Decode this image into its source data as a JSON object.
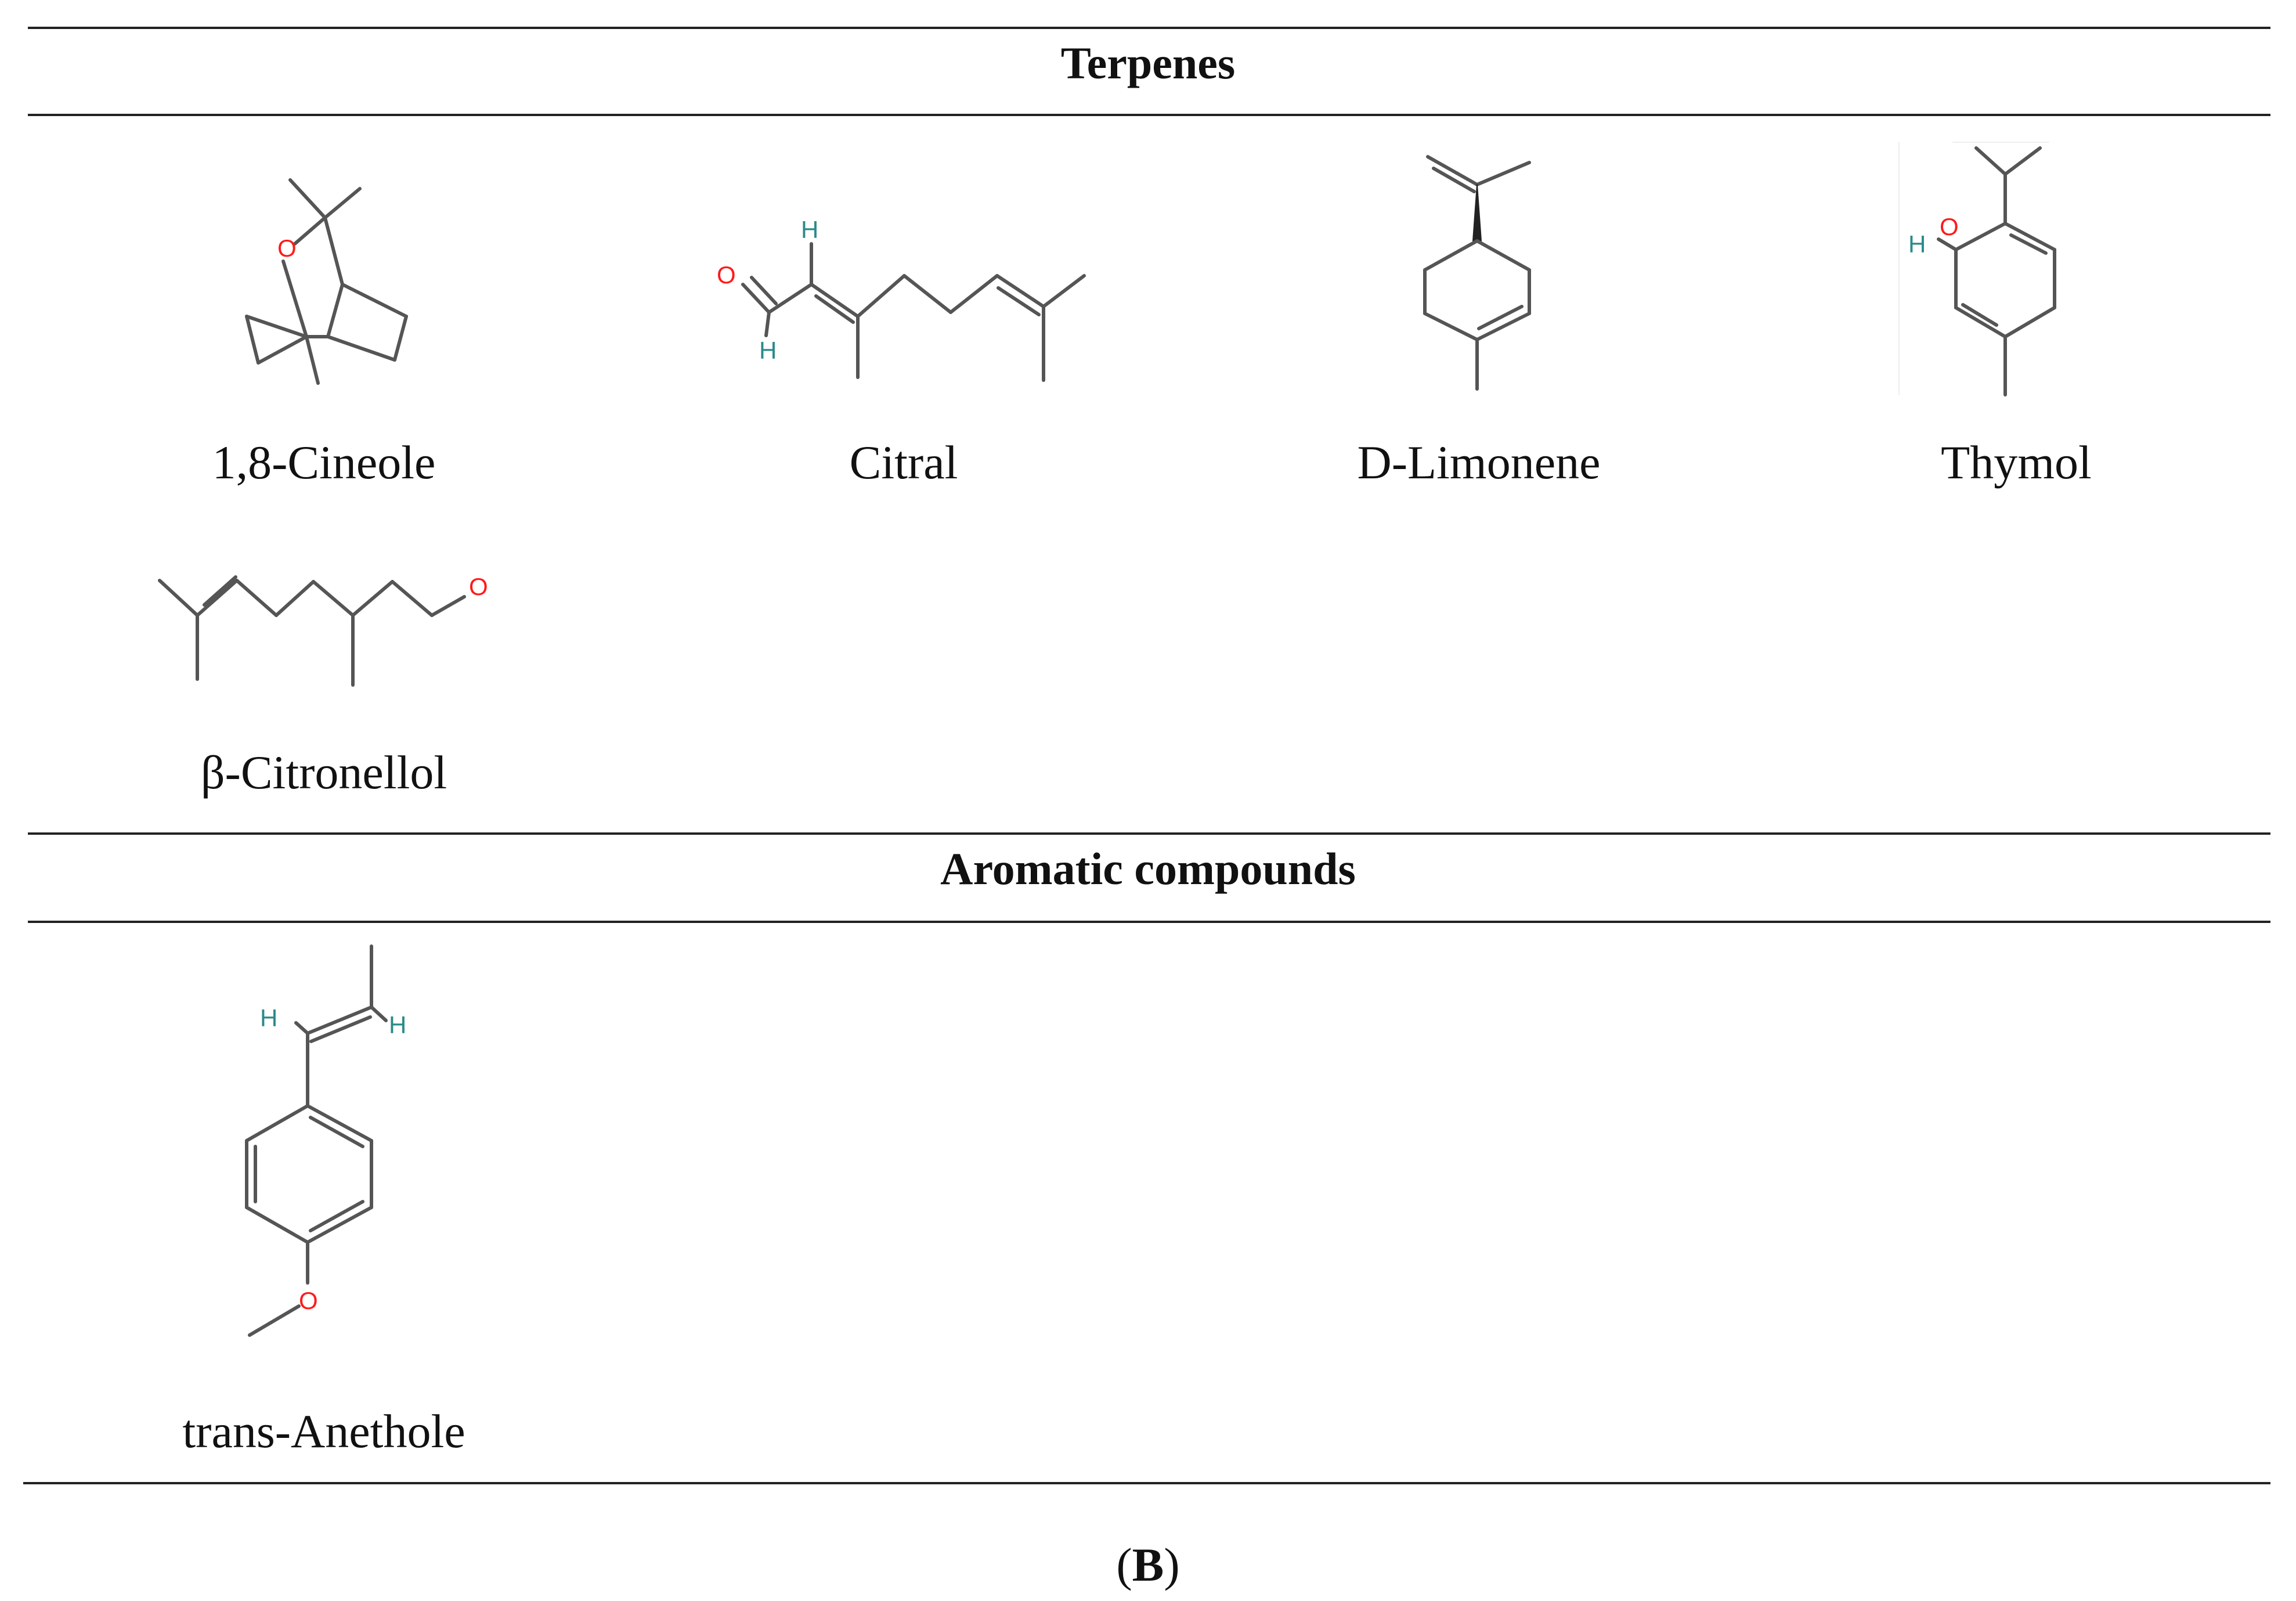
{
  "sections": {
    "terpenes": "Terpenes",
    "aromatic": "Aromatic compounds"
  },
  "compounds": {
    "cineole": {
      "name": "1,8-Cineole",
      "atoms": [
        "O"
      ]
    },
    "citral": {
      "name": "Citral",
      "atoms": [
        "O",
        "H",
        "H"
      ]
    },
    "limonene": {
      "name": "D-Limonene",
      "atoms": []
    },
    "thymol": {
      "name": "Thymol",
      "atoms": [
        "H",
        "O"
      ]
    },
    "citronellol": {
      "name": "β-Citronellol",
      "atoms": [
        "O"
      ]
    },
    "anethole": {
      "name": "trans-Anethole",
      "atoms": [
        "H",
        "H",
        "O"
      ]
    }
  },
  "panel": {
    "open": "(",
    "letter": "B",
    "close": ")"
  },
  "colors": {
    "rule": "#222222",
    "bond": "#555555",
    "oxygen": "#ff1a1a",
    "hydrogen": "#2a8a8a"
  }
}
